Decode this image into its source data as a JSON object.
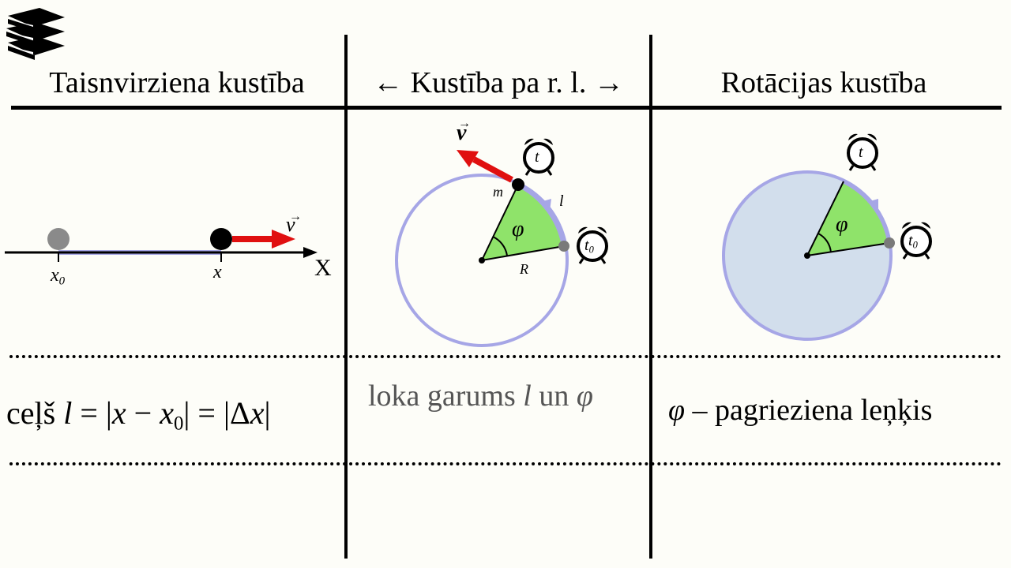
{
  "headers": {
    "linear": "Taisnvirziena kustība",
    "circular": "← Kustība pa r. l. →",
    "rotation": "Rotācijas kustība"
  },
  "linear": {
    "x0_label": "x",
    "x0_sub": "0",
    "x_label": "x",
    "axis_label": "X",
    "v_label": "v"
  },
  "circular": {
    "v_label": "v",
    "m_label": "m",
    "l_label": "l",
    "phi_label": "φ",
    "r_label": "R",
    "clock_t": "t",
    "clock_t0": "t",
    "clock_t0_sub": "0"
  },
  "rotation": {
    "phi_label": "φ",
    "clock_t": "t",
    "clock_t0": "t",
    "clock_t0_sub": "0"
  },
  "formulas": {
    "linear": {
      "word": "ceļš",
      "l": "l",
      "eq1": " = |",
      "x": "x",
      "minus": " − ",
      "x0": "x",
      "x0_sub": "0",
      "eq2": "| = |Δ",
      "dx": "x",
      "end": "|"
    },
    "circular": {
      "pre": "loka garums ",
      "l": "l",
      "mid": " un ",
      "phi": "φ"
    },
    "rotation": {
      "phi": "φ",
      "text": " – pagrieziena leņķis"
    }
  },
  "colors": {
    "velocity": "#e01010",
    "path": "#a6a6e6",
    "sector": "#8fe36a",
    "disc": "#d2deec"
  }
}
